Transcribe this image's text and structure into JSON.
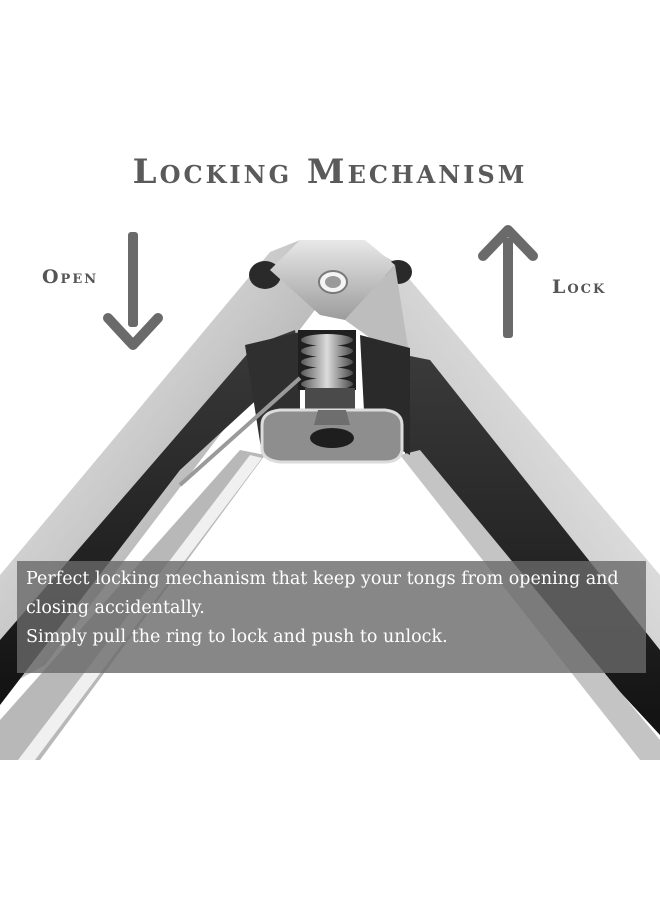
{
  "title": "Locking Mechanism",
  "labels": {
    "open": "Open",
    "lock": "Lock"
  },
  "caption": {
    "line1": "Perfect locking mechanism that keep your tongs from opening and closing accidentally.",
    "line2": "Simply pull the ring to lock and push to unlock."
  },
  "colors": {
    "background": "#ffffff",
    "title_text": "#5a5a5a",
    "arrow": "#6a6a6a",
    "caption_overlay": "#696969",
    "caption_text": "#ffffff"
  },
  "icons": {
    "open_arrow": "arrow-down-icon",
    "lock_arrow": "arrow-up-icon"
  }
}
